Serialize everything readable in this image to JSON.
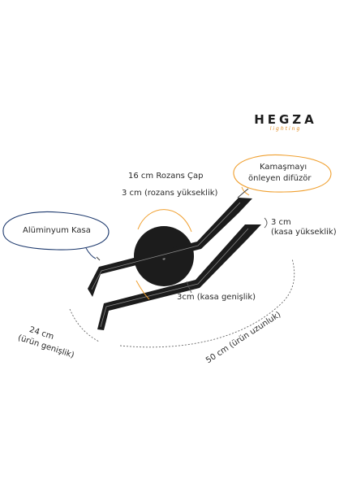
{
  "brand": {
    "name": "HEGZA",
    "tagline": "lighting",
    "accent": "#e08a1e"
  },
  "labels": {
    "rosette_diameter": "16 cm Rozans Çap",
    "rosette_height": "3 cm (rozans yükseklik)",
    "anti_glare_line1": "Kamaşmayı",
    "anti_glare_line2": "önleyen difüzör",
    "aluminium_case": "Alüminyum Kasa",
    "case_height_line1": "3 cm",
    "case_height_line2": "(kasa yükseklik)",
    "case_width": "3cm (kasa genişlik)",
    "product_width_line1": "24 cm",
    "product_width_line2": "(ürün genişlik)",
    "product_length": "50 cm (ürün uzunluk)"
  },
  "colors": {
    "fixture": "#1c1c1c",
    "orange": "#f0a030",
    "navy": "#1e3a6e"
  }
}
